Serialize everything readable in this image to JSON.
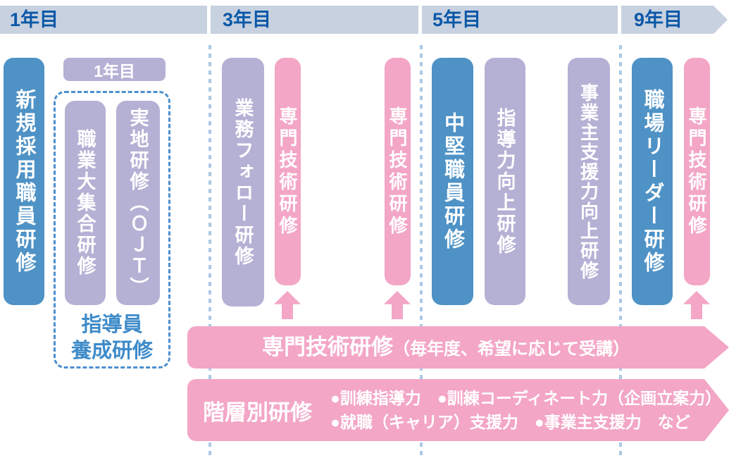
{
  "colors": {
    "timeline_band": "#c7d1df",
    "year_label_text": "#0b58a8",
    "blue_bar": "#4e92c6",
    "purple_bar": "#b5b1d5",
    "pink_bar": "#f3a6c6",
    "dashed_outline_blue": "#4b8fd0",
    "caption_text_blue": "#3e8bc9",
    "dotted_guide_line": "#a9c9e6",
    "bar_text": "#ffffff"
  },
  "timeline": {
    "years": [
      "1年目",
      "3年目",
      "5年目",
      "9年目"
    ]
  },
  "year1": {
    "new_hire_bar_label": "新規採用職員研修",
    "instructor_group": {
      "tab_label": "1年目",
      "vocational_bar_label": "職業大集合研修",
      "ojt_bar_label": "実地研修（ＯＪＴ）",
      "caption_line1": "指導員",
      "caption_line2": "養成研修"
    }
  },
  "year3": {
    "followup_bar_label": "業務フォロー研修",
    "technical_bar1_label": "専門技術研修",
    "technical_bar2_label": "専門技術研修"
  },
  "year5": {
    "midlevel_bar_label": "中堅職員研修",
    "instruction_skill_bar_label": "指導力向上研修",
    "employer_support_bar_label": "事業主支援力向上研修"
  },
  "year9": {
    "workplace_leader_bar_label": "職場リーダー研修",
    "technical_bar_label": "専門技術研修"
  },
  "banners": {
    "technical": {
      "title": "専門技術研修",
      "note": "（毎年度、希望に応じて受講）"
    },
    "tiered": {
      "title": "階層別研修",
      "bullets_line1": "●訓練指導力　●訓練コーディネート力（企画立案力）",
      "bullets_line2": "●就職（キャリア）支援力　●事業主支援力　など"
    }
  }
}
